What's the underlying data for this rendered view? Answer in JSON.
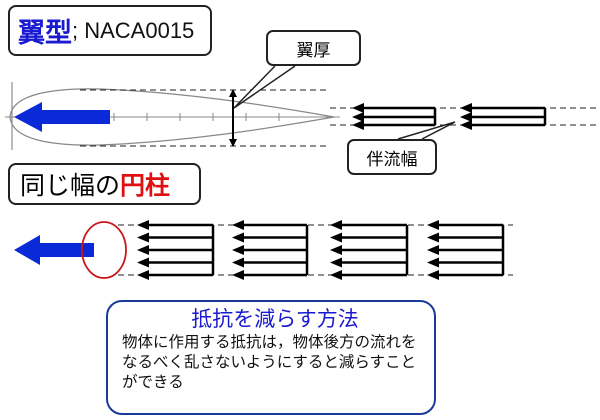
{
  "airfoil_title": {
    "main": "翼型",
    "sub": "; NACA0015"
  },
  "callouts": {
    "thickness": "翼厚",
    "wake_width": "伴流幅"
  },
  "cylinder_title": {
    "prefix": "同じ幅の",
    "highlight": "円柱"
  },
  "info": {
    "heading": "抵抗を減らす方法",
    "body": "物体に作用する抵抗は，物体後方の流れをなるべく乱さないようにすると減らすことができる"
  },
  "colors": {
    "blue": "#1a1ad0",
    "red": "#e01010",
    "arrow_blue": "#0a2ad8"
  }
}
